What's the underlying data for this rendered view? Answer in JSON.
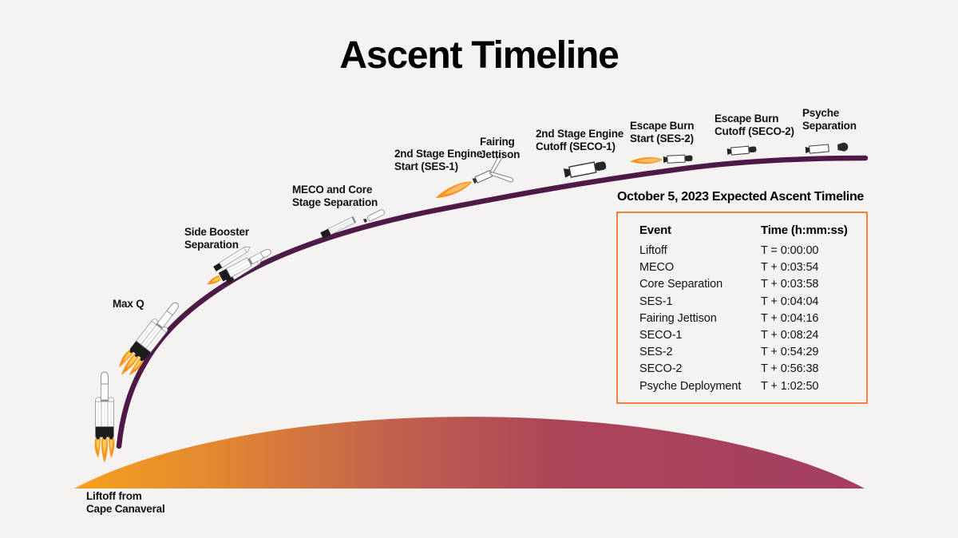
{
  "title": "Ascent Timeline",
  "colors": {
    "background": "#F4F3F1",
    "trajectory": "#4D1A48",
    "dome_left": "#F6A21C",
    "dome_mid": "#C05E4E",
    "dome_right": "#A43E62",
    "table_border": "#F5813D",
    "flame": "#F7941D",
    "flame_core": "#FFCB4F",
    "rocket_outline": "#999999",
    "text": "#111111"
  },
  "stage_labels": [
    {
      "id": "liftoff",
      "text": "Liftoff from\nCape Canaveral"
    },
    {
      "id": "max-q",
      "text": "Max Q"
    },
    {
      "id": "side-booster-separation",
      "text": "Side Booster\nSeparation"
    },
    {
      "id": "meco-core-separation",
      "text": "MECO and Core\nStage Separation"
    },
    {
      "id": "ses-1",
      "text": "2nd Stage Engine\nStart (SES-1)"
    },
    {
      "id": "fairing-jettison",
      "text": "Fairing\nJettison"
    },
    {
      "id": "seco-1",
      "text": "2nd Stage Engine\nCutoff (SECO-1)"
    },
    {
      "id": "ses-2",
      "text": "Escape Burn\nStart (SES-2)"
    },
    {
      "id": "seco-2",
      "text": "Escape Burn\nCutoff (SECO-2)"
    },
    {
      "id": "psyche-separation",
      "text": "Psyche\nSeparation"
    }
  ],
  "table": {
    "title": "October 5, 2023 Expected Ascent Timeline",
    "columns": {
      "event": "Event",
      "time": "Time (h:mm:ss)"
    },
    "rows": [
      {
        "event": "Liftoff",
        "time": "T = 0:00:00"
      },
      {
        "event": "MECO",
        "time": "T + 0:03:54"
      },
      {
        "event": "Core Separation",
        "time": "T + 0:03:58"
      },
      {
        "event": "SES-1",
        "time": "T + 0:04:04"
      },
      {
        "event": "Fairing Jettison",
        "time": "T + 0:04:16"
      },
      {
        "event": "SECO-1",
        "time": "T + 0:08:24"
      },
      {
        "event": "SES-2",
        "time": "T + 0:54:29"
      },
      {
        "event": "SECO-2",
        "time": "T + 0:56:38"
      },
      {
        "event": "Psyche Deployment",
        "time": "T + 1:02:50"
      }
    ]
  }
}
